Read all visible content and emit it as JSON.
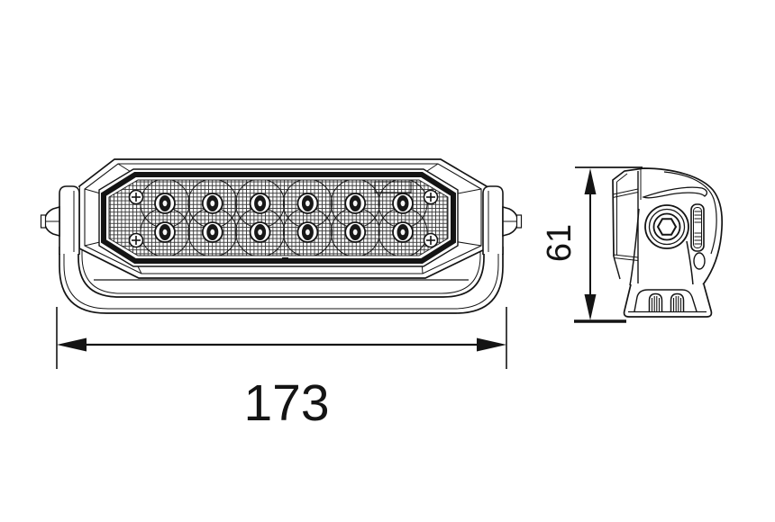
{
  "page": {
    "background": "#ffffff",
    "ink": "#141414",
    "mesh_line_color": "#3b3b3b"
  },
  "drawing": {
    "type": "technical-line-drawing",
    "subject": "led-work-light-with-mounting-bracket",
    "views": {
      "front": {
        "name": "front-view",
        "leds": {
          "rows": 2,
          "columns": 6,
          "count": 12
        },
        "screws": {
          "count": 4
        }
      },
      "side": {
        "name": "side-view"
      }
    },
    "dimensions": {
      "width": {
        "label": "173",
        "orientation": "horizontal",
        "view": "front"
      },
      "height": {
        "label": "61",
        "orientation": "vertical",
        "view": "side"
      }
    }
  }
}
